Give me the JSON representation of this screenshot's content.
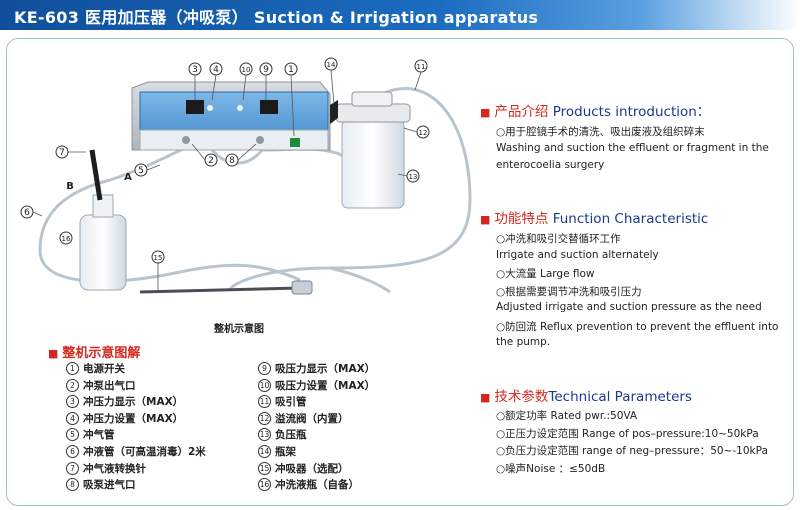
{
  "header": {
    "title": "KE-603 医用加压器（冲吸泵） Suction & Irrigation  apparatus"
  },
  "diagram": {
    "caption": "整机示意图",
    "callouts": [
      "3",
      "4",
      "10",
      "9",
      "1",
      "14",
      "11",
      "7",
      "5",
      "2",
      "8",
      "12",
      "13",
      "6",
      "16",
      "15"
    ],
    "port_letters": [
      "B",
      "A"
    ]
  },
  "legend": {
    "heading": "整机示意图解",
    "items": [
      {
        "n": "1",
        "t": "电源开关"
      },
      {
        "n": "2",
        "t": "冲泵出气口"
      },
      {
        "n": "3",
        "t": "冲压力显示（MAX）"
      },
      {
        "n": "4",
        "t": "冲压力设置（MAX）"
      },
      {
        "n": "5",
        "t": "冲气管"
      },
      {
        "n": "6",
        "t": "冲液管（可高温消毒）2米"
      },
      {
        "n": "7",
        "t": "冲气液转换针"
      },
      {
        "n": "8",
        "t": "吸泵进气口"
      },
      {
        "n": "9",
        "t": "吸压力显示（MAX）"
      },
      {
        "n": "10",
        "t": "吸压力设置（MAX）"
      },
      {
        "n": "11",
        "t": "吸引管"
      },
      {
        "n": "12",
        "t": "溢流阀（内置）"
      },
      {
        "n": "13",
        "t": "负压瓶"
      },
      {
        "n": "14",
        "t": "瓶架"
      },
      {
        "n": "15",
        "t": "冲吸器（选配）"
      },
      {
        "n": "16",
        "t": "冲洗液瓶（自备）"
      }
    ]
  },
  "intro": {
    "heading_zh": "产品介绍",
    "heading_en": "Products introduction：",
    "lines": [
      "○用于腔镜手术的清洗、吸出废液及组织碎末",
      "Washing and suction the effluent or fragment in the",
      "enterocoelia surgery"
    ]
  },
  "function": {
    "heading_zh": "功能特点",
    "heading_en": "Function Characteristic",
    "lines": [
      "○冲洗和吸引交替循环工作",
      "Irrigate and suction alternately",
      "○大流量 Large flow",
      "○根据需要调节冲洗和吸引压力",
      "Adjusted irrigate and suction pressure as the need",
      "○防回流 Reflux prevention to prevent the effluent into",
      "the pump."
    ]
  },
  "tech": {
    "heading_zh": "技术参数",
    "heading_en": "Technical Parameters",
    "lines": [
      "○额定功率 Rated pwr.:50VA",
      "○正压力设定范围 Range of pos–pressure:10~50kPa",
      "○负压力设定范围 range of neg–pressure：50~-10kPa",
      "○噪声Noise ：≤50dB"
    ]
  },
  "colors": {
    "accent_red": "#d4281e",
    "heading_blue": "#1a3a8a",
    "header_blue": "#1b6cc0",
    "device_blue": "#5ea3dc"
  }
}
